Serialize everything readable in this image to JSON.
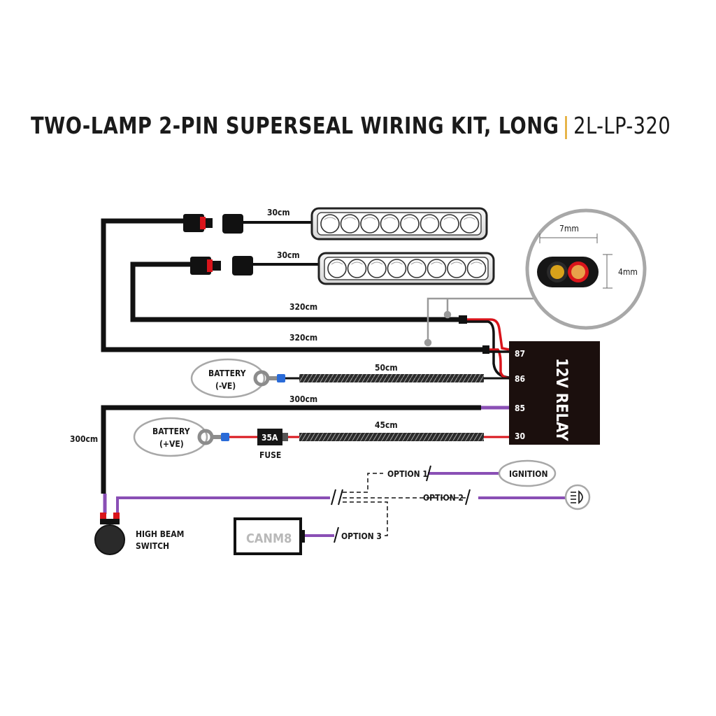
{
  "title": {
    "main": "TWO-LAMP 2-PIN SUPERSEAL WIRING KIT, LONG",
    "separator": "|",
    "code": "2L-LP-320"
  },
  "wires": {
    "lamp1_lead": "30cm",
    "lamp2_lead": "30cm",
    "harness_upper": "320cm",
    "harness_lower": "320cm",
    "battery_neg_lead": "50cm",
    "switch_lead": "300cm",
    "switch_drop": "300cm",
    "battery_pos_lead": "45cm"
  },
  "cable_detail": {
    "width": "7mm",
    "height": "4mm"
  },
  "battery_neg": {
    "line1": "BATTERY",
    "line2": "(-VE)"
  },
  "battery_pos": {
    "line1": "BATTERY",
    "line2": "(+VE)"
  },
  "fuse": {
    "rating": "35A",
    "label": "FUSE"
  },
  "relay": {
    "label": "12V RELAY",
    "pins": [
      "87",
      "86",
      "85",
      "30"
    ]
  },
  "options": {
    "option1": "OPTION 1",
    "option2": "OPTION 2",
    "option3": "OPTION 3",
    "ignition": "IGNITION",
    "canm8": "CANM8"
  },
  "switch": {
    "line1": "HIGH BEAM",
    "line2": "SWITCH"
  },
  "icons": [
    "high-beam-icon",
    "lamp-bar-icon",
    "ring-terminal-icon",
    "switch-icon"
  ],
  "colors": {
    "wire_black": "#111111",
    "wire_purple": "#8a4fb5",
    "wire_red": "#d9141b",
    "accent_yellow": "#e0a11a",
    "relay_body": "#1b0f0d"
  }
}
